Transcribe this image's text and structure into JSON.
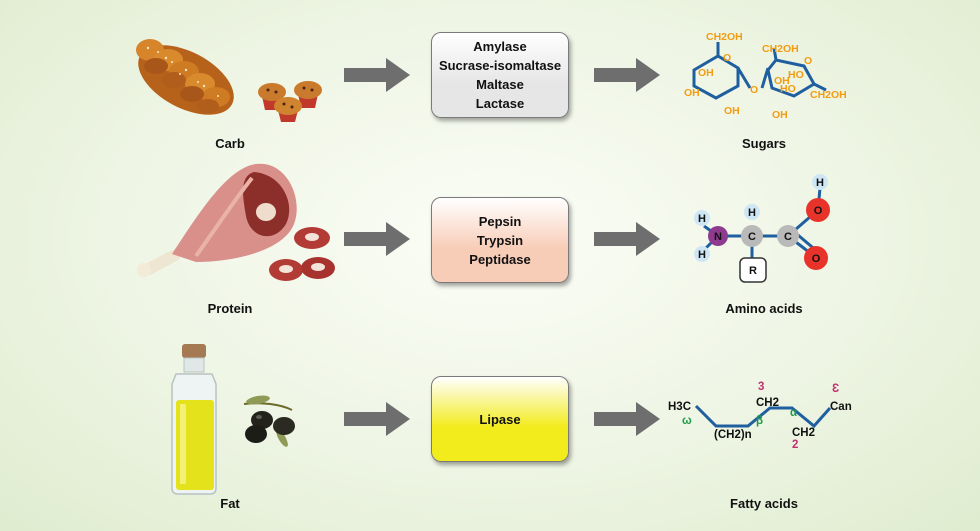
{
  "rows": [
    {
      "food_label": "Carb",
      "enzymes": [
        "Amylase",
        "Sucrase-isomaltase",
        "Maltase",
        "Lactase"
      ],
      "product_label": "Sugars",
      "box_color": "#e6e6e6"
    },
    {
      "food_label": "Protein",
      "enzymes": [
        "Pepsin",
        "Trypsin",
        "Peptidase"
      ],
      "product_label": "Amino acids",
      "box_color": "#f8cdb8"
    },
    {
      "food_label": "Fat",
      "enzymes": [
        "Lipase"
      ],
      "product_label": "Fatty acids",
      "box_color": "#f2ec1c"
    }
  ],
  "sugar_molecule": {
    "groups": [
      "CH2OH",
      "CH2OH",
      "O",
      "O",
      "O",
      "OH",
      "OH",
      "OH",
      "OH",
      "HO",
      "HO",
      "CH2OH",
      "OH"
    ],
    "color": "#f39c12",
    "bond_color": "#1f5fa0"
  },
  "amino_molecule": {
    "atoms": [
      "H",
      "H",
      "N",
      "H",
      "C",
      "C",
      "H",
      "O",
      "O",
      "R"
    ]
  },
  "fatty_molecule": {
    "h3c": "H3C",
    "omega": "ω",
    "ch2n": "(CH2)n",
    "beta": "β",
    "three": "3",
    "ch2_top": "CH2",
    "alpha": "α",
    "ch2_bottom": "CH2",
    "two": "2",
    "epsilon": "Ɛ",
    "can": "Can"
  }
}
